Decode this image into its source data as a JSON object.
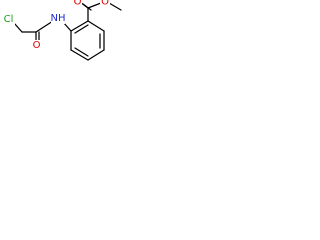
{
  "molecule": {
    "atoms": {
      "cl": {
        "symbol": "Cl",
        "color": "#1f9e1f"
      },
      "carbonyl_o": {
        "symbol": "O",
        "color": "#e00000"
      },
      "amide_n": {
        "symbol": "NH",
        "color": "#1f2fd0"
      },
      "ester_carbonyl_o": {
        "symbol": "O",
        "color": "#e00000"
      },
      "ester_o": {
        "symbol": "O",
        "color": "#e00000"
      }
    },
    "bond_color": "#000000"
  }
}
